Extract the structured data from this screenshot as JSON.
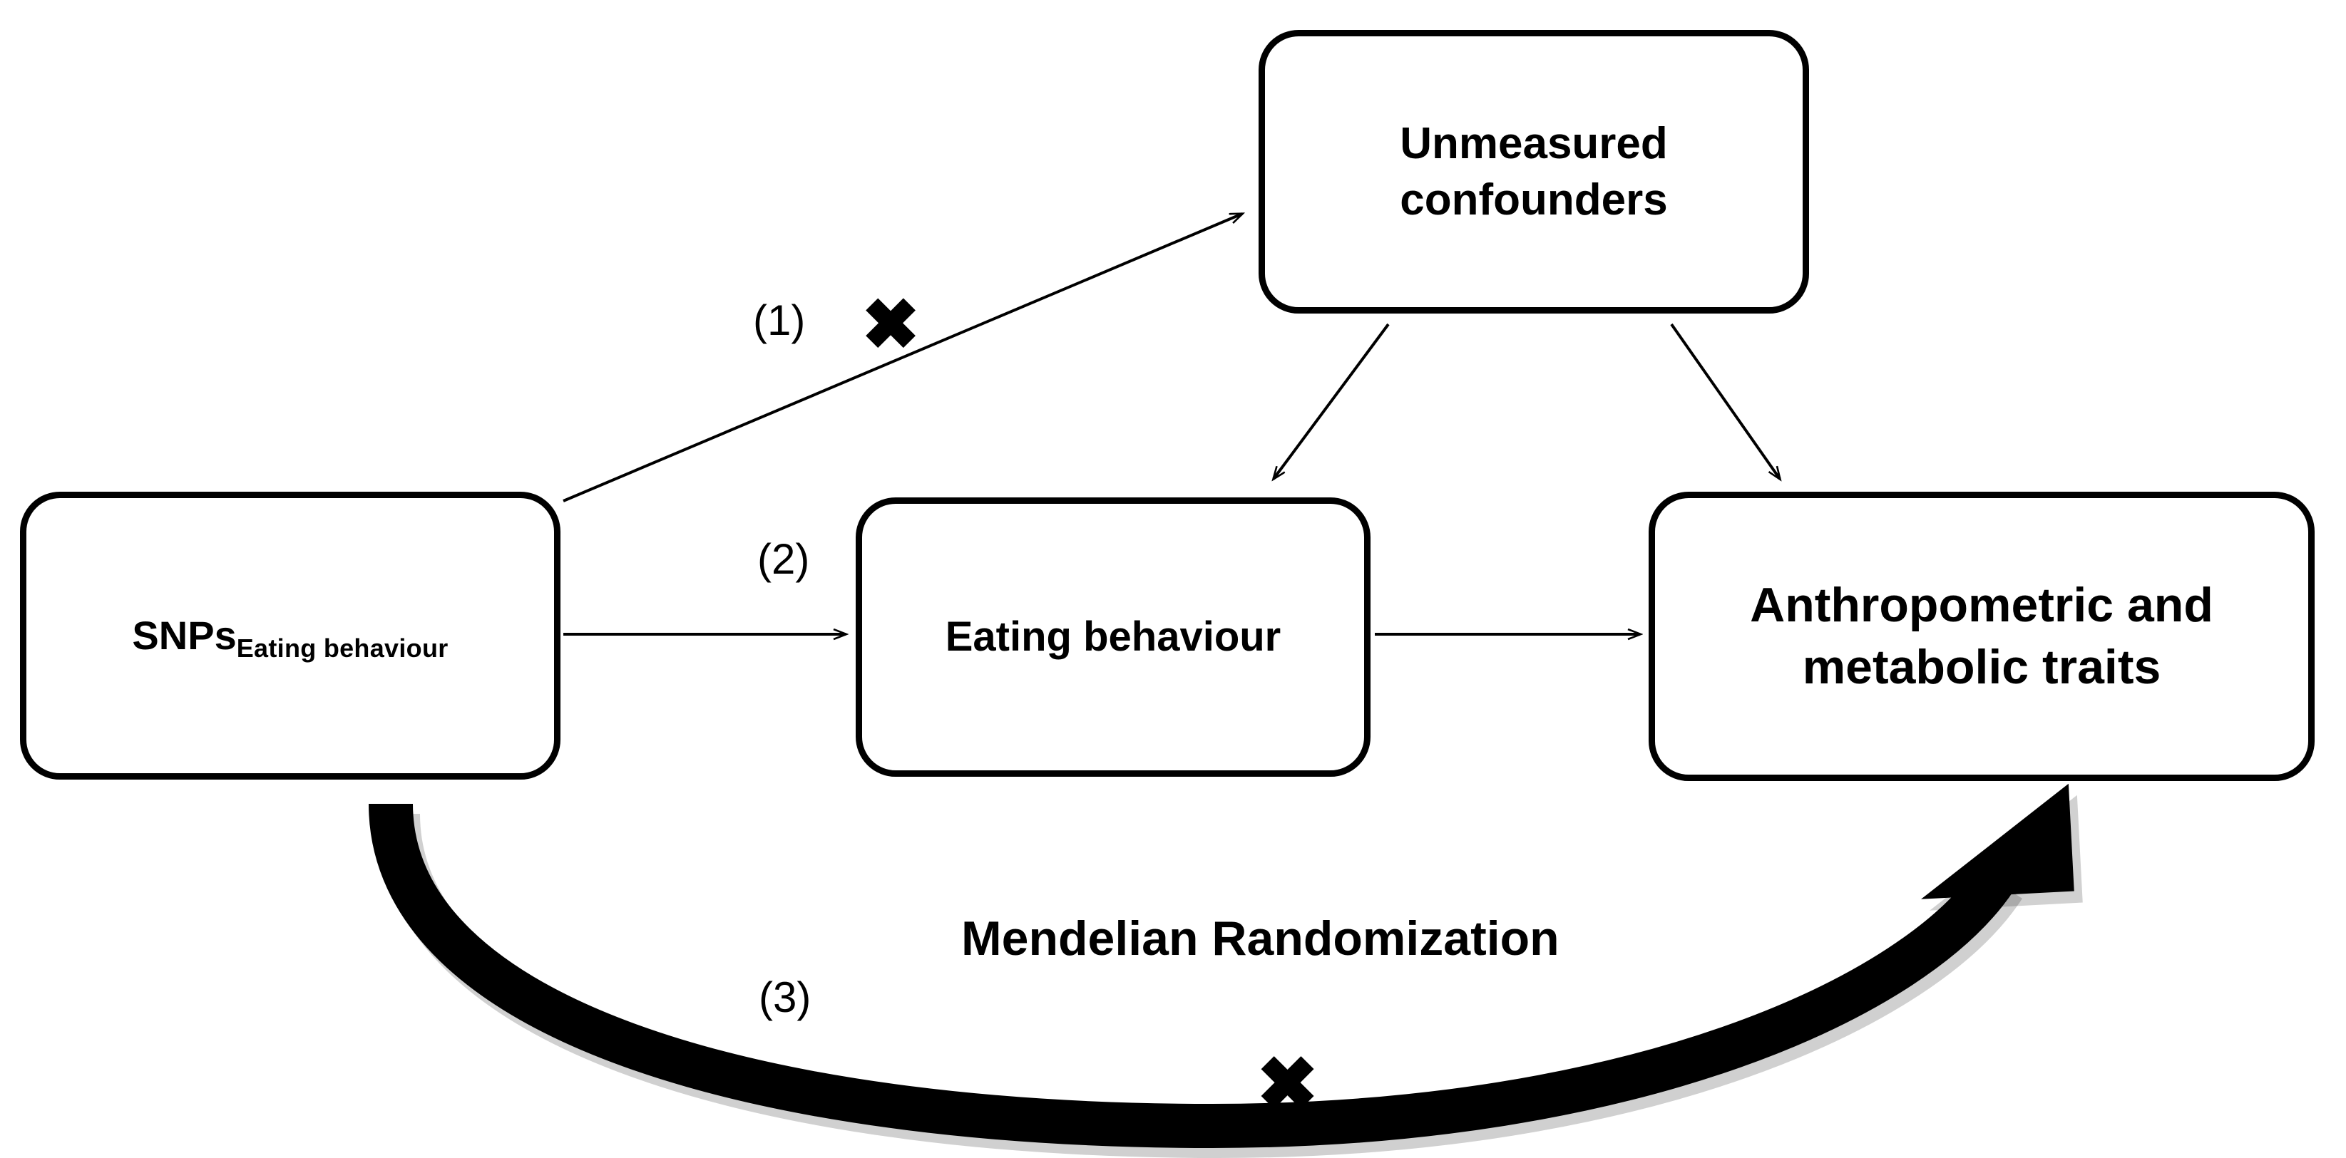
{
  "diagram": {
    "title": "Mendelian Randomization assumptions diagram",
    "background_color": "#ffffff",
    "stroke_color": "#000000",
    "nodes": [
      {
        "id": "confounders",
        "label": "Unmeasured confounders",
        "line1": "Unmeasured",
        "line2": "confounders"
      },
      {
        "id": "snps",
        "label": "SNPs Eating behaviour",
        "main": "SNPs",
        "subscript": "Eating behaviour"
      },
      {
        "id": "eating",
        "label": "Eating behaviour"
      },
      {
        "id": "traits",
        "label": "Anthropometric and metabolic traits",
        "line1": "Anthropometric and",
        "line2": "metabolic traits"
      }
    ],
    "edges": [
      {
        "id": "snps-to-confounders",
        "number": "(1)",
        "from": "snps",
        "to": "confounders",
        "style": "thin-arrow-diagonal",
        "blocked": true,
        "blocked_glyph": "✖"
      },
      {
        "id": "snps-to-eating",
        "number": "(2)",
        "from": "snps",
        "to": "eating",
        "style": "thin-arrow-horizontal",
        "blocked": false
      },
      {
        "id": "snps-to-traits",
        "number": "(3)",
        "from": "snps",
        "to": "traits",
        "style": "thick-curved-arrow",
        "blocked": true,
        "blocked_glyph": "✖",
        "caption": "Mendelian Randomization"
      },
      {
        "id": "confounders-to-eating",
        "number": "",
        "from": "confounders",
        "to": "eating",
        "style": "thin-arrow-diagonal",
        "blocked": false
      },
      {
        "id": "confounders-to-traits",
        "number": "",
        "from": "confounders",
        "to": "traits",
        "style": "thin-arrow-diagonal",
        "blocked": false
      },
      {
        "id": "eating-to-traits",
        "number": "",
        "from": "eating",
        "to": "traits",
        "style": "thin-arrow-horizontal",
        "blocked": false
      }
    ],
    "labels": {
      "one": "(1)",
      "two": "(2)",
      "three": "(3)",
      "mendelian_randomization": "Mendelian Randomization",
      "cross": "✖"
    }
  }
}
